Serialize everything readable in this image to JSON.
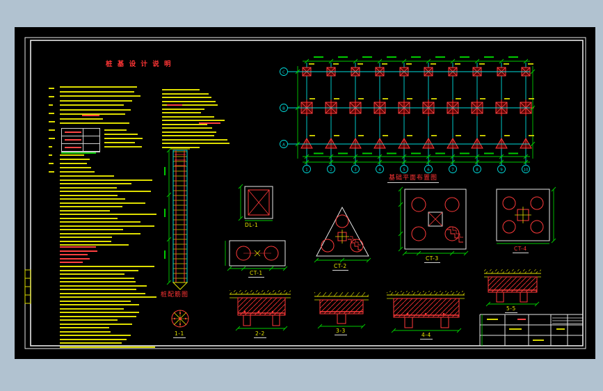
{
  "window": {
    "background": "#b1c2d0",
    "paper": "#000000"
  },
  "titles": {
    "main": "桩 基 设 计 说 明",
    "plan": "基础平面布置图",
    "pile_detail": "桩配筋图"
  },
  "plan": {
    "axes_bottom": [
      "1",
      "2",
      "3",
      "4",
      "5",
      "6",
      "7",
      "8",
      "9",
      "10"
    ],
    "axes_left": [
      "C",
      "B",
      "A"
    ]
  },
  "labels": {
    "dl1": "DL-1",
    "ct1": "CT-1",
    "ct2": "CT-2",
    "ct3": "CT-3",
    "ct4": "CT-4",
    "s11": "1-1",
    "s22": "2-2",
    "s33": "3-3",
    "s44": "4-4",
    "s55": "5-5"
  },
  "colors": {
    "text_yellow": "#ffff00",
    "line_red": "#ff0000",
    "dim_green": "#00ff00",
    "grid_cyan": "#00ffff",
    "frame_white": "#ffffff"
  }
}
